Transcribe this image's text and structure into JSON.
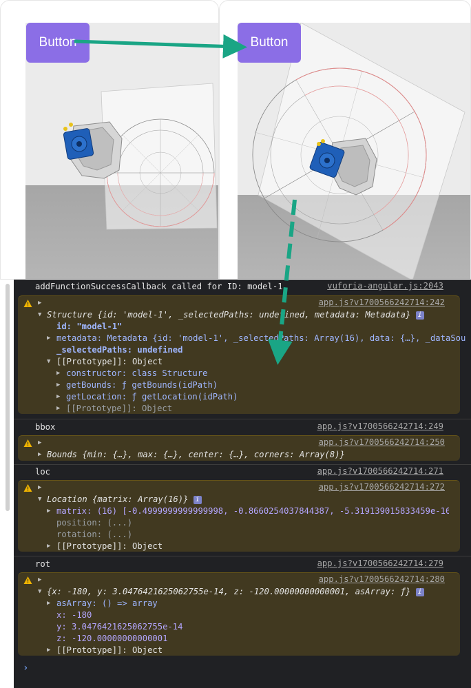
{
  "viewer": {
    "left_button_label": "Button",
    "right_button_label": "Button"
  },
  "console": {
    "entries": [
      {
        "text": "addFunctionSuccessCallback called for ID: model-1",
        "source": "vuforia-angular.js:2043"
      },
      {
        "source": "app.js?v1700566242714:242",
        "structure_head": "Structure {id: 'model-1', _selectedPaths: undefined, metadata: Metadata}",
        "lines": [
          "id: \"model-1\"",
          "metadata: Metadata {id: 'model-1', _selectedPaths: Array(16), data: {…}, _dataSou",
          "_selectedPaths: undefined",
          "[[Prototype]]: Object",
          "constructor: class Structure",
          "getBounds: ƒ getBounds(idPath)",
          "getLocation: ƒ getLocation(idPath)",
          "[[Prototype]]: Object"
        ]
      },
      {
        "text": "bbox",
        "source": "app.js?v1700566242714:249"
      },
      {
        "source": "app.js?v1700566242714:250",
        "bounds_line": "Bounds {min: {…}, max: {…}, center: {…}, corners: Array(8)}"
      },
      {
        "text": "loc",
        "source": "app.js?v1700566242714:271"
      },
      {
        "source": "app.js?v1700566242714:272",
        "location_head": "Location {matrix: Array(16)}",
        "matrix_line": "matrix: (16) [-0.4999999999999998, -0.8660254037844387, -5.319139015833459e-16, (",
        "position_line": "position: (...)",
        "rotation_line": "rotation: (...)",
        "proto_line": "[[Prototype]]: Object"
      },
      {
        "text": "rot",
        "source": "app.js?v1700566242714:279"
      },
      {
        "source": "app.js?v1700566242714:280",
        "rot_head": "{x: -180, y: 3.0476421625062755e-14, z: -120.00000000000001, asArray: ƒ}",
        "asarray_line": "asArray: () => array",
        "x_line": "x: -180",
        "y_line": "y: 3.0476421625062755e-14",
        "z_line": "z: -120.00000000000001",
        "proto_line": "[[Prototype]]: Object"
      }
    ],
    "prompt": "›"
  },
  "colors": {
    "button": "#8b6ee6",
    "arrow": "#1aa585",
    "console_bg": "#202124",
    "warning_bg": "#413920"
  }
}
